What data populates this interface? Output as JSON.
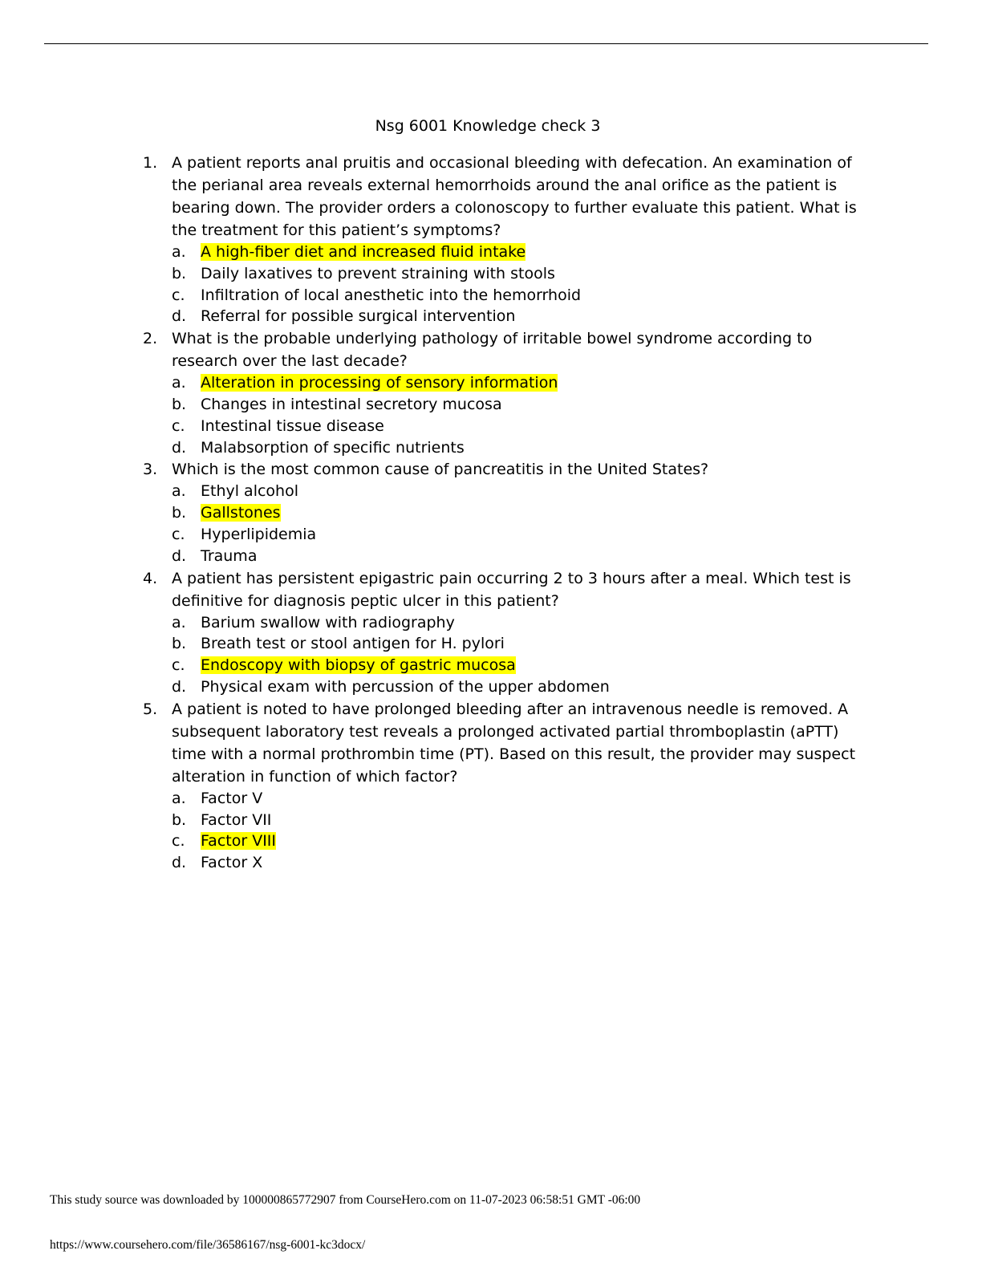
{
  "document": {
    "title": "Nsg 6001 Knowledge check 3",
    "questions": [
      {
        "number": "1.",
        "text": "A patient reports anal pruitis and occasional bleeding with defecation. An examination of the perianal area reveals external hemorrhoids around the anal orifice as the patient is bearing down. The provider orders a colonoscopy to further evaluate this patient. What is the treatment for this patient’s symptoms?",
        "options": [
          {
            "letter": "a.",
            "text": "A high-fiber diet and increased fluid intake",
            "highlighted": true
          },
          {
            "letter": "b.",
            "text": "Daily laxatives to prevent straining with stools",
            "highlighted": false
          },
          {
            "letter": "c.",
            "text": "Infiltration of local anesthetic into the hemorrhoid",
            "highlighted": false
          },
          {
            "letter": "d.",
            "text": "Referral for possible surgical intervention",
            "highlighted": false
          }
        ]
      },
      {
        "number": "2.",
        "text": "What is the probable underlying pathology of irritable bowel syndrome according to research over the last decade?",
        "options": [
          {
            "letter": "a.",
            "text": "Alteration in processing of sensory information",
            "highlighted": true
          },
          {
            "letter": "b.",
            "text": "Changes in intestinal secretory mucosa",
            "highlighted": false
          },
          {
            "letter": "c.",
            "text": "Intestinal tissue disease",
            "highlighted": false
          },
          {
            "letter": "d.",
            "text": "Malabsorption of specific nutrients",
            "highlighted": false
          }
        ]
      },
      {
        "number": "3.",
        "text": "Which is the most common cause of pancreatitis in the United States?",
        "options": [
          {
            "letter": "a.",
            "text": "Ethyl alcohol",
            "highlighted": false
          },
          {
            "letter": "b.",
            "text": "Gallstones",
            "highlighted": true
          },
          {
            "letter": "c.",
            "text": "Hyperlipidemia",
            "highlighted": false
          },
          {
            "letter": "d.",
            "text": "Trauma",
            "highlighted": false
          }
        ]
      },
      {
        "number": "4.",
        "text": "A patient has persistent epigastric pain occurring 2 to 3 hours after a meal. Which test is definitive for diagnosis peptic ulcer in this patient?",
        "options": [
          {
            "letter": "a.",
            "text": "Barium swallow with radiography",
            "highlighted": false
          },
          {
            "letter": "b.",
            "text": "Breath test or stool antigen for H. pylori",
            "highlighted": false
          },
          {
            "letter": "c.",
            "text": "Endoscopy with biopsy of gastric mucosa",
            "highlighted": true
          },
          {
            "letter": "d.",
            "text": "Physical exam with percussion of the upper abdomen",
            "highlighted": false
          }
        ]
      },
      {
        "number": "5.",
        "text": "A patient is noted to have prolonged bleeding after an intravenous needle is removed. A subsequent laboratory test reveals a prolonged activated partial thromboplastin (aPTT) time with a normal prothrombin time (PT). Based on this result, the provider may suspect alteration in function of which factor?",
        "options": [
          {
            "letter": "a.",
            "text": "Factor V",
            "highlighted": false
          },
          {
            "letter": "b.",
            "text": "Factor VII",
            "highlighted": false
          },
          {
            "letter": "c.",
            "text": "Factor VIII",
            "highlighted": true
          },
          {
            "letter": "d.",
            "text": "Factor X",
            "highlighted": false
          }
        ]
      }
    ]
  },
  "footer": {
    "source_note": "This study source was downloaded by 100000865772907 from CourseHero.com on 11-07-2023 06:58:51 GMT -06:00",
    "url": "https://www.coursehero.com/file/36586167/nsg-6001-kc3docx/"
  },
  "colors": {
    "highlight": "#ffff00",
    "text": "#000000",
    "background": "#ffffff"
  }
}
